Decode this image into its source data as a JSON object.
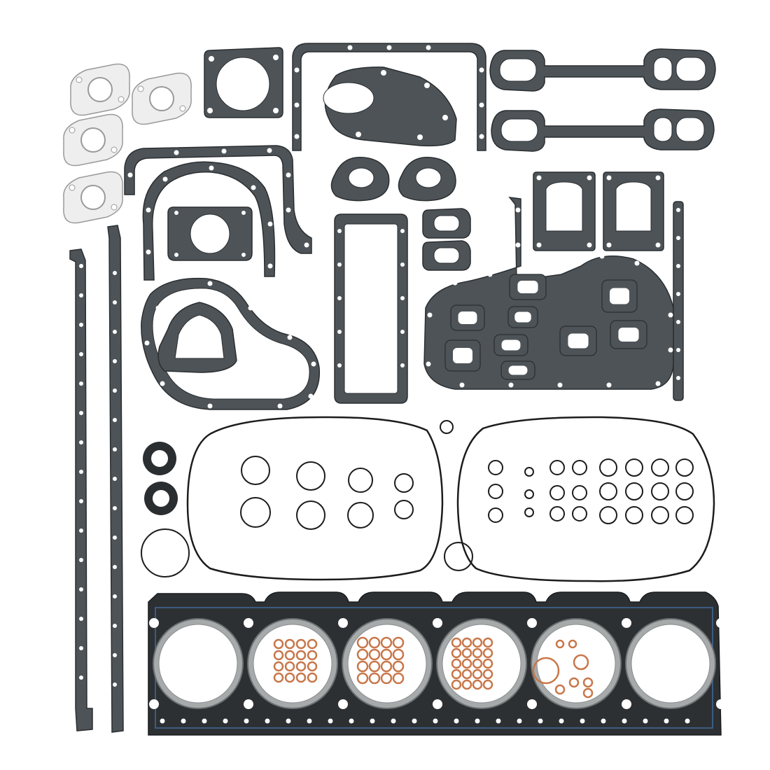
{
  "colors": {
    "background": "#ffffff",
    "gasket": "#4d5357",
    "gasket_edge": "#2a2e31",
    "hole": "#ffffff",
    "oring": "#1c1c1c",
    "copper": "#c8774a",
    "copper_light": "#e8b08e",
    "head_gasket": "#2d3033",
    "cylinder_ring": "#a7aaab",
    "exhaust_gasket": "#d9d9d9",
    "exhaust_fill": "#eeeeee",
    "blue_trace": "#3c5c80"
  },
  "parts": {
    "exhaust_gaskets": 4,
    "large_orings": 3,
    "seals": 2,
    "cylinder_bores": 6
  }
}
